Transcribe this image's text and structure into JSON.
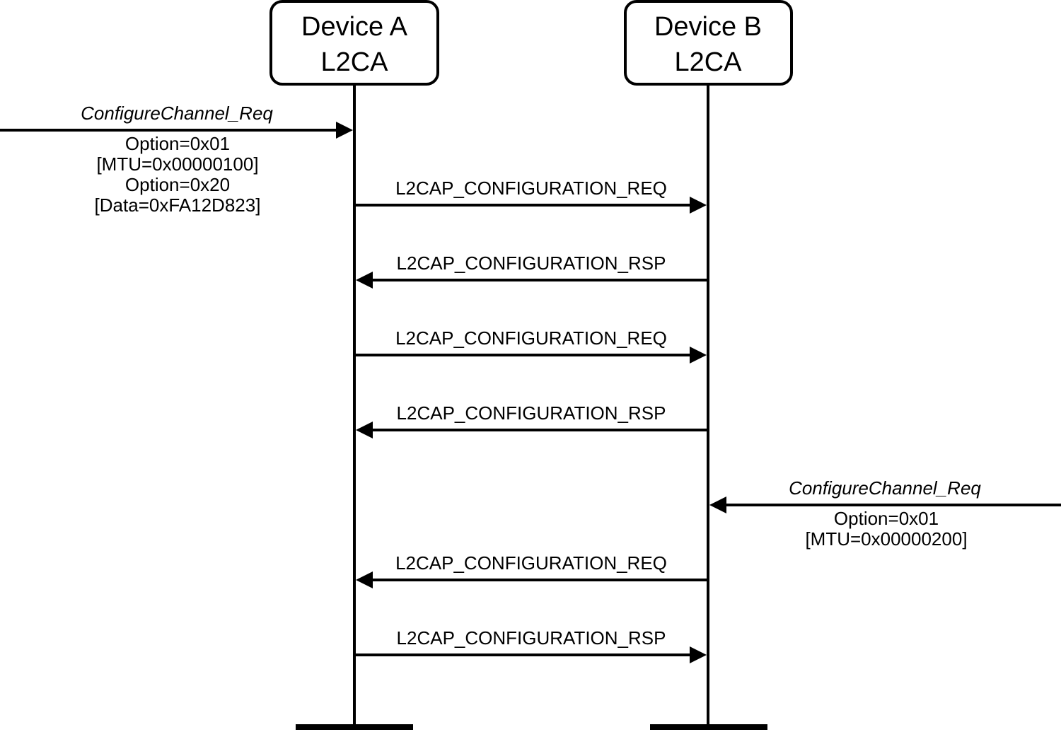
{
  "colors": {
    "ink": "#000000",
    "background": "#ffffff"
  },
  "participants": [
    {
      "id": "a",
      "line1": "Device A",
      "line2": "L2CA"
    },
    {
      "id": "b",
      "line1": "Device B",
      "line2": "L2CA"
    }
  ],
  "primitives": [
    {
      "label": "ConfigureChannel_Req",
      "side": "left",
      "target": "a",
      "params": [
        "Option=0x01",
        "[MTU=0x00000100]",
        "Option=0x20",
        "[Data=0xFA12D823]"
      ]
    },
    {
      "label": "ConfigureChannel_Req",
      "side": "right",
      "target": "b",
      "params": [
        "Option=0x01",
        "[MTU=0x00000200]"
      ]
    }
  ],
  "messages": [
    {
      "label": "L2CAP_CONFIGURATION_REQ",
      "from": "a",
      "to": "b"
    },
    {
      "label": "L2CAP_CONFIGURATION_RSP",
      "from": "b",
      "to": "a"
    },
    {
      "label": "L2CAP_CONFIGURATION_REQ",
      "from": "a",
      "to": "b"
    },
    {
      "label": "L2CAP_CONFIGURATION_RSP",
      "from": "b",
      "to": "a"
    },
    {
      "label": "L2CAP_CONFIGURATION_REQ",
      "from": "b",
      "to": "a"
    },
    {
      "label": "L2CAP_CONFIGURATION_RSP",
      "from": "a",
      "to": "b"
    }
  ]
}
